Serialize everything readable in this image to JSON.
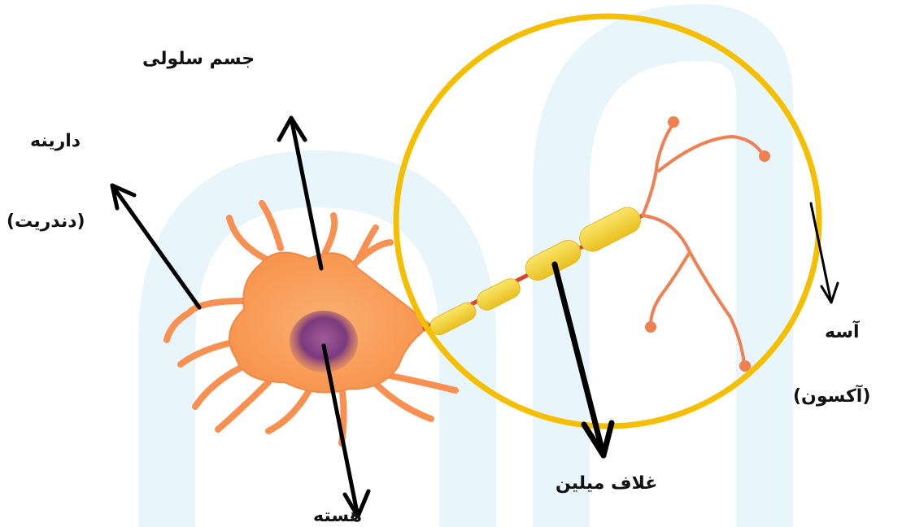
{
  "labels": {
    "cell_body": "جسم سلولی",
    "dendrite": "دارینه",
    "dendrite_alt": "(دندریت)",
    "nucleus": "هسته",
    "myelin_sheath": "غلاف میلین",
    "axon": "آسه",
    "axon_alt": "(آکسون)"
  },
  "colors": {
    "cell": "#f7954a",
    "cell_light": "#fbb574",
    "nucleus": "#7a3a7d",
    "myelin": "#f3d033",
    "axon_core": "#d9442a",
    "terminal": "#f07f52",
    "circle": "#f5bf00",
    "watermark": "#e6f4fb",
    "arrow": "#000000"
  }
}
